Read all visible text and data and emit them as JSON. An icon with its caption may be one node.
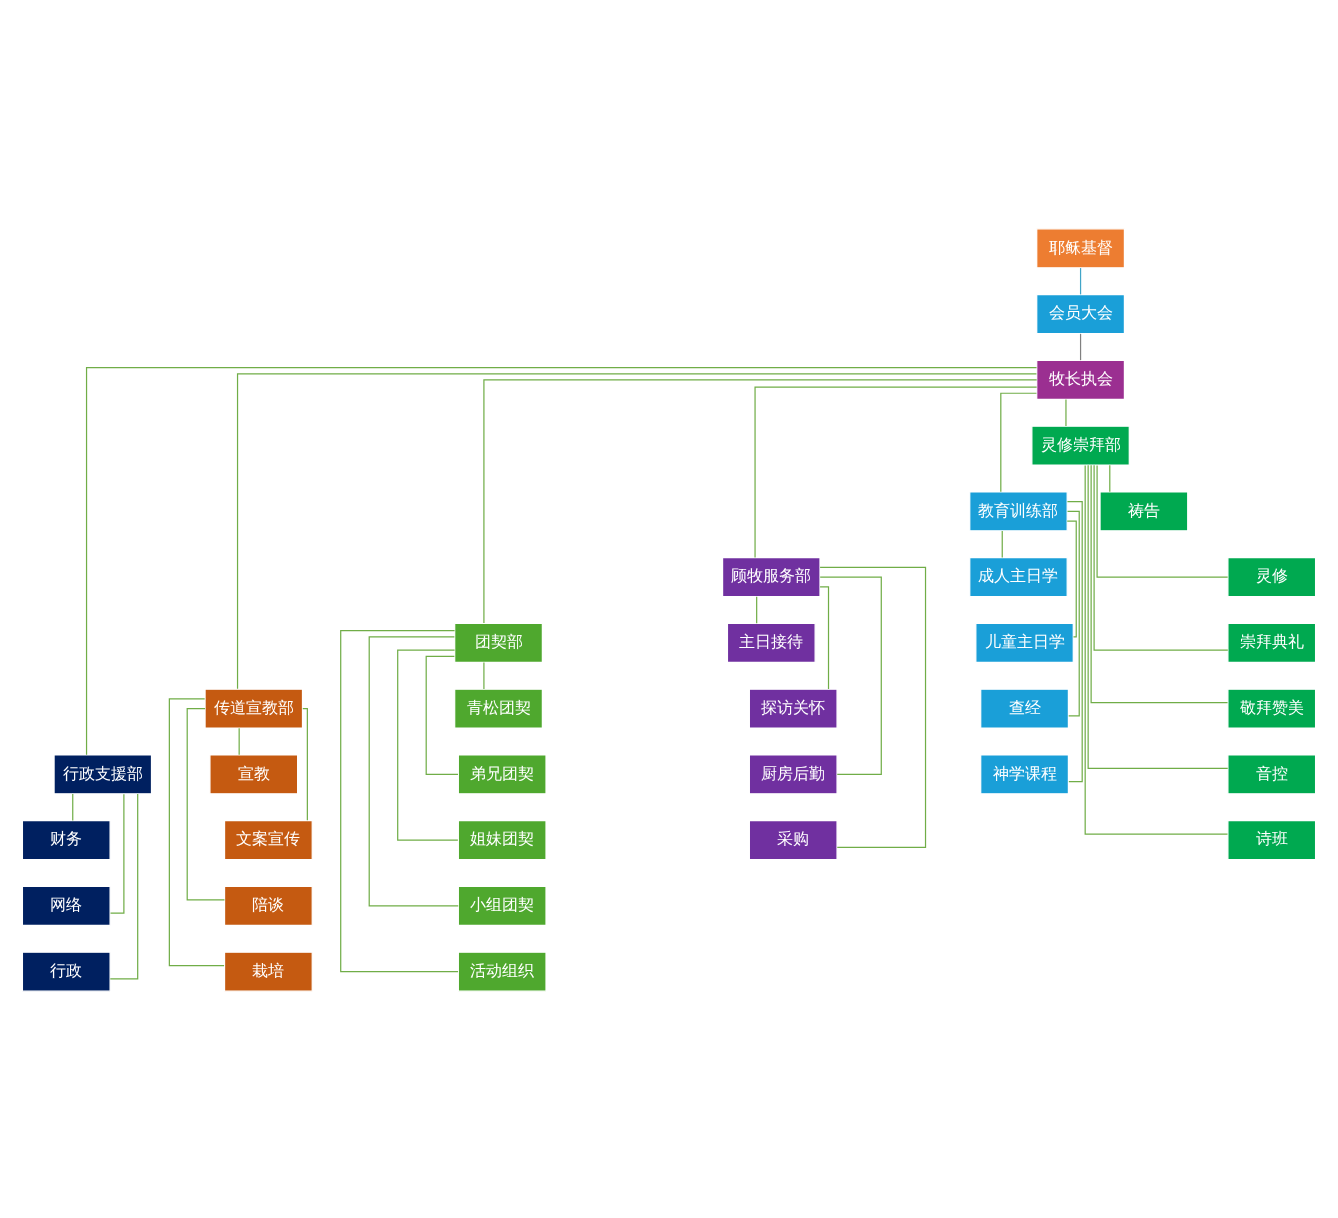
{
  "diagram": {
    "nodes": [
      {
        "text": [
          "耶稣基督"
        ]
      },
      {
        "text": [
          "会员大会"
        ]
      },
      {
        "text": [
          "牧长执会"
        ]
      },
      {
        "text": [
          "灵修崇拜部"
        ]
      },
      {
        "text": [
          "教育训练部"
        ]
      },
      {
        "text": [
          "顾牧服务部"
        ]
      },
      {
        "text": [
          "团契部"
        ]
      },
      {
        "text": [
          "传道宣教部"
        ]
      },
      {
        "text": [
          "行政支援部"
        ]
      },
      {
        "text": [
          "祷告"
        ]
      },
      {
        "text": [
          "灵修"
        ]
      },
      {
        "text": [
          "崇拜典礼"
        ]
      },
      {
        "text": [
          "敬拜赞美"
        ]
      },
      {
        "text": [
          "音控"
        ]
      },
      {
        "text": [
          "诗班"
        ]
      },
      {
        "text": [
          "成人主日学"
        ]
      },
      {
        "text": [
          "儿童主日学"
        ]
      },
      {
        "text": [
          "查经"
        ]
      },
      {
        "text": [
          "神学课程"
        ]
      },
      {
        "text": [
          "主日接待"
        ]
      },
      {
        "text": [
          "探访关怀"
        ]
      },
      {
        "text": [
          "厨房后勤"
        ]
      },
      {
        "text": [
          "采购"
        ]
      },
      {
        "text": [
          "青松团契"
        ]
      },
      {
        "text": [
          "弟兄团契"
        ]
      },
      {
        "text": [
          "姐妹团契"
        ]
      },
      {
        "text": [
          "小组团契"
        ]
      },
      {
        "text": [
          "活动组织"
        ]
      },
      {
        "text": [
          "宣教"
        ]
      },
      {
        "text": [
          "文案宣传"
        ]
      },
      {
        "text": [
          "陪谈"
        ]
      },
      {
        "text": [
          "栽培"
        ]
      },
      {
        "text": [
          "财务"
        ]
      },
      {
        "text": [
          "网络"
        ]
      },
      {
        "text": [
          "行政"
        ]
      }
    ],
    "edges": [
      {
        "from": 0,
        "to": 1,
        "arrow": "none",
        "color": "#41a5c8"
      },
      {
        "from": 1,
        "to": 2,
        "arrow": "none",
        "color": "#808080"
      },
      {
        "from": 2,
        "to": 3,
        "arrow": "none"
      },
      {
        "from": 2,
        "to": 4,
        "arrow": "none"
      },
      {
        "from": 2,
        "to": 5,
        "arrow": "none"
      },
      {
        "from": 2,
        "to": 6,
        "arrow": "none"
      },
      {
        "from": 2,
        "to": 7,
        "arrow": "none"
      },
      {
        "from": 2,
        "to": 8,
        "arrow": "none"
      },
      {
        "from": 3,
        "to": 9,
        "arrow": "none"
      },
      {
        "from": 3,
        "to": 10,
        "arrow": "none"
      },
      {
        "from": 3,
        "to": 11,
        "arrow": "none"
      },
      {
        "from": 3,
        "to": 12,
        "arrow": "none"
      },
      {
        "from": 3,
        "to": 13,
        "arrow": "none"
      },
      {
        "from": 3,
        "to": 14,
        "arrow": "none"
      },
      {
        "from": 4,
        "to": 15,
        "arrow": "none"
      },
      {
        "from": 4,
        "to": 16,
        "arrow": "none"
      },
      {
        "from": 4,
        "to": 17,
        "arrow": "none"
      },
      {
        "from": 4,
        "to": 18,
        "arrow": "none"
      },
      {
        "from": 5,
        "to": 19,
        "arrow": "none"
      },
      {
        "from": 5,
        "to": 20,
        "arrow": "none"
      },
      {
        "from": 5,
        "to": 21,
        "arrow": "none"
      },
      {
        "from": 5,
        "to": 22,
        "arrow": "none"
      },
      {
        "from": 6,
        "to": 23,
        "arrow": "none"
      },
      {
        "from": 6,
        "to": 24,
        "arrow": "none"
      },
      {
        "from": 6,
        "to": 25,
        "arrow": "none"
      },
      {
        "from": 6,
        "to": 26,
        "arrow": "none"
      },
      {
        "from": 6,
        "to": 27,
        "arrow": "none"
      },
      {
        "from": 7,
        "to": 28,
        "arrow": "none"
      },
      {
        "from": 7,
        "to": 29,
        "arrow": "none"
      },
      {
        "from": 7,
        "to": 30,
        "arrow": "none"
      },
      {
        "from": 7,
        "to": 31,
        "arrow": "none"
      },
      {
        "from": 8,
        "to": 32,
        "arrow": "none"
      },
      {
        "from": 8,
        "to": 33,
        "arrow": "none"
      },
      {
        "from": 8,
        "to": 34,
        "arrow": "none"
      }
    ]
  }
}
